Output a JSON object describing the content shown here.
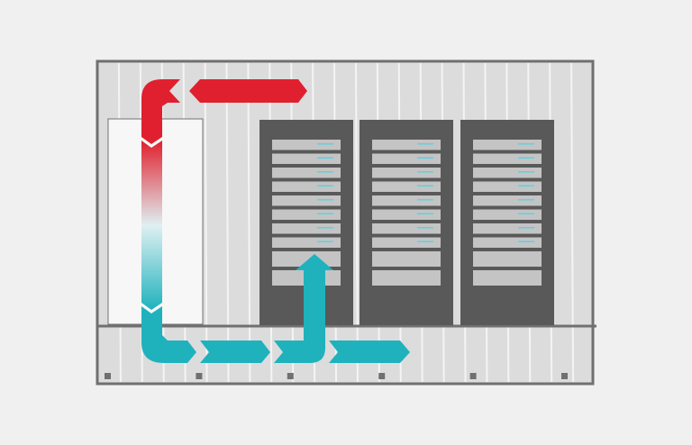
{
  "colors": {
    "background": "#f0f0f0",
    "room_wall": "#dcdcdc",
    "room_frame": "#707070",
    "panel_line": "#f4f4f4",
    "cooling_unit": "#f7f7f7",
    "rack_body": "#595959",
    "server_unit": "#c4c4c4",
    "server_led": "#5fd0e0",
    "hot_air": "#e0202e",
    "cold_air": "#1fb2bd",
    "gradient_mid": "#dff0f2"
  },
  "diagram": {
    "racks": [
      {
        "units": 10,
        "led_units": 8
      },
      {
        "units": 10,
        "led_units": 8
      },
      {
        "units": 10,
        "led_units": 8
      }
    ],
    "floor_vents": 6,
    "wall_panels": 23,
    "airflow": [
      {
        "kind": "hot-return",
        "direction": "left"
      },
      {
        "kind": "cooling-down",
        "direction": "down"
      },
      {
        "kind": "cold-supply-underfloor",
        "direction": "right"
      },
      {
        "kind": "cold-rise-into-rack",
        "direction": "up"
      },
      {
        "kind": "cold-continue-underfloor",
        "direction": "right"
      }
    ]
  }
}
